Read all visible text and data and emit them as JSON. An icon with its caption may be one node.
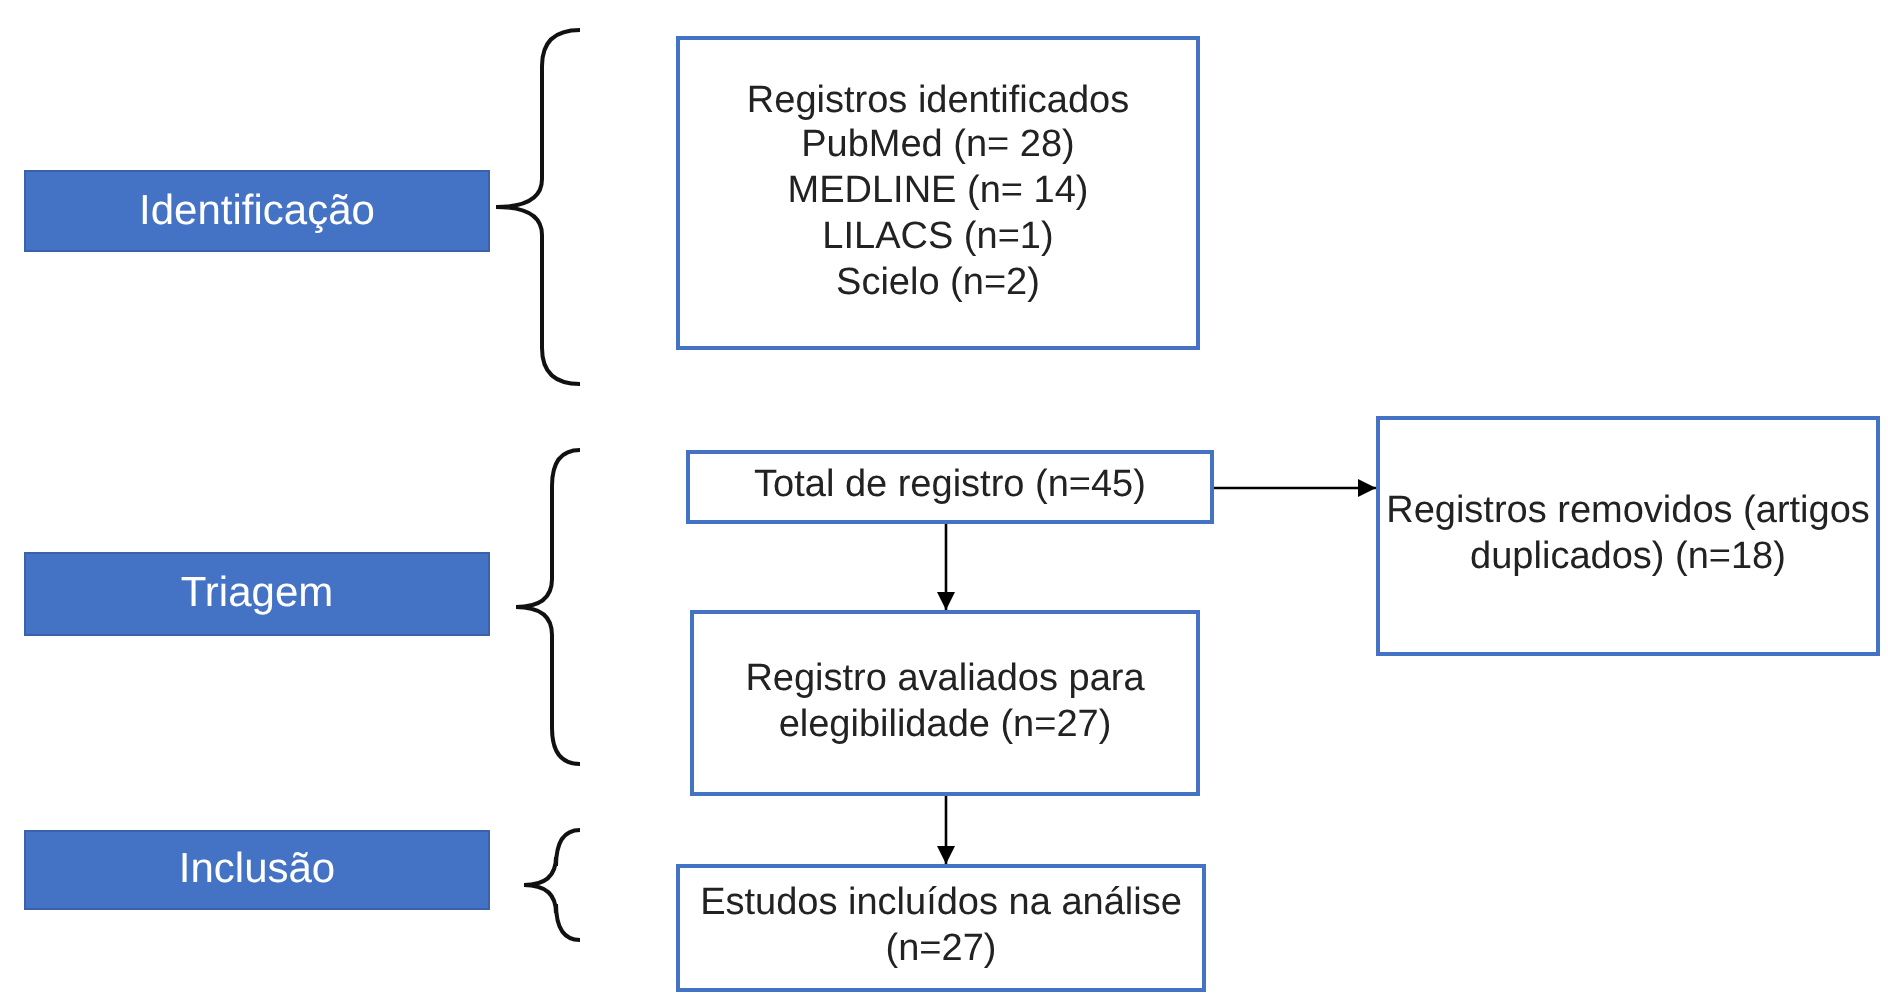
{
  "diagram": {
    "nodes": [
      {
        "text": [
          "Identificação"
        ]
      },
      {
        "text": [
          "Registros identificados",
          "PubMed (n= 28)",
          "MEDLINE (n= 14)",
          "LILACS (n=1)",
          "Scielo (n=2)"
        ]
      },
      {
        "text": [
          "Triagem"
        ]
      },
      {
        "text": [
          "Total de registro (n=45)"
        ]
      },
      {
        "text": [
          "Registros removidos (artigos duplicados) (n=18)"
        ]
      },
      {
        "text": [
          "Registro avaliados para elegibilidade (n=27)"
        ]
      },
      {
        "text": [
          "Inclusão"
        ]
      },
      {
        "text": [
          "Estudos incluídos na análise  (n=27)"
        ]
      }
    ],
    "edges": [
      {
        "from": 3,
        "to": 4,
        "arrow": "to"
      },
      {
        "from": 3,
        "to": 5,
        "arrow": "to"
      },
      {
        "from": 5,
        "to": 7,
        "arrow": "to"
      }
    ]
  }
}
